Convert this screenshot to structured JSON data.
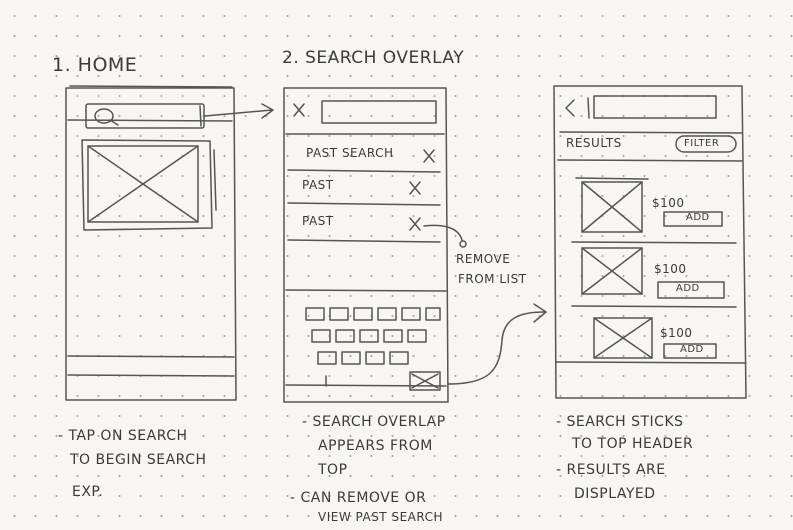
{
  "panels": [
    {
      "title": "1. HOME"
    },
    {
      "title": "2. SEARCH OVERLAY"
    }
  ],
  "overlay": {
    "past_items": [
      "PAST SEARCH",
      "PAST",
      "PAST"
    ],
    "callout": [
      "REMOVE",
      "FROM LIST"
    ]
  },
  "results": {
    "header": "RESULTS",
    "filter": "FILTER",
    "items": [
      {
        "price": "$100",
        "add": "ADD"
      },
      {
        "price": "$100",
        "add": "ADD"
      },
      {
        "price": "$100",
        "add": "ADD"
      }
    ]
  },
  "notes": {
    "home": [
      "- TAP ON SEARCH",
      "TO BEGIN SEARCH",
      "EXP."
    ],
    "overlay": [
      "- SEARCH OVERLAP",
      "APPEARS FROM",
      "TOP",
      "- CAN REMOVE OR",
      "VIEW PAST SEARCH"
    ],
    "results": [
      "- SEARCH STICKS",
      "TO TOP HEADER",
      "- RESULTS ARE",
      "DISPLAYED"
    ]
  }
}
